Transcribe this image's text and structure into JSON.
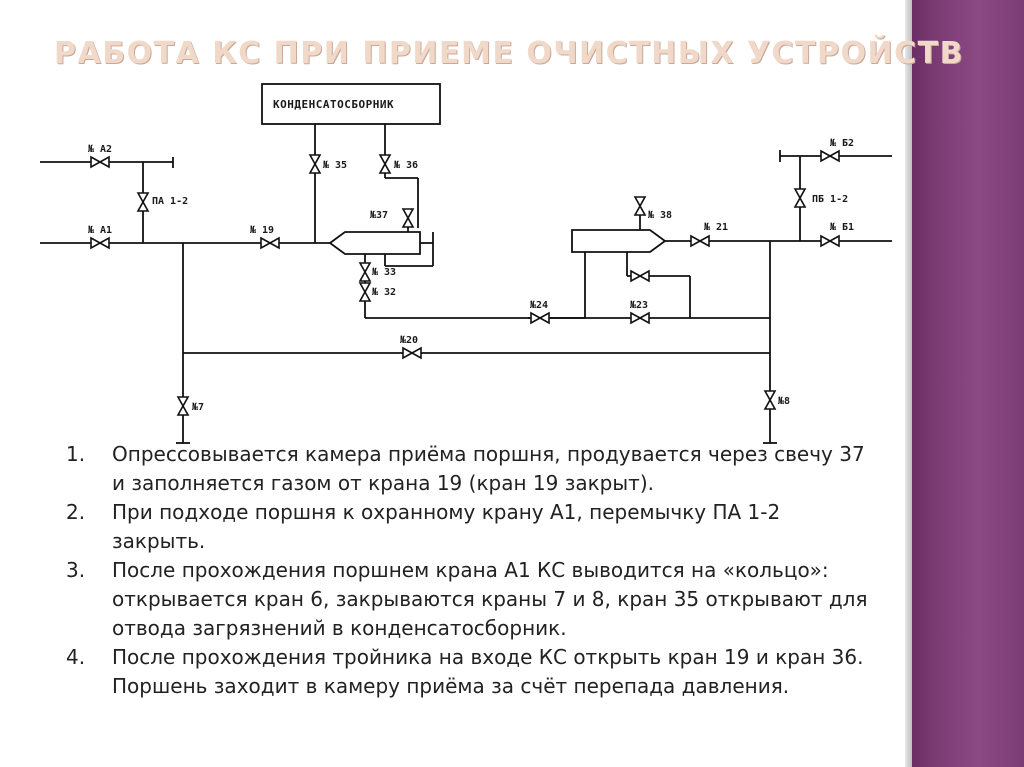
{
  "slide": {
    "title": "РАБОТА КС ПРИ ПРИЕМЕ ОЧИСТНЫХ УСТРОЙСТВ"
  },
  "diagram": {
    "box_label": "КОНДЕНСАТОСБОРНИК",
    "labels": {
      "A2": "№ А2",
      "A1": "№ А1",
      "PA12": "ПА 1-2",
      "v19": "№ 19",
      "v35": "№ 35",
      "v36": "№ 36",
      "v37": "№37",
      "v33": "№ 33",
      "v32": "№ 32",
      "v38": "№ 38",
      "v21": "№ 21",
      "v24": "№24",
      "v23": "№23",
      "v20": "№20",
      "v7": "№7",
      "v8": "№8",
      "B2": "№ Б2",
      "B1": "№ Б1",
      "PB12": "ПБ 1-2"
    }
  },
  "steps": [
    {
      "num": "1.",
      "text": "Опрессовывается камера приёма поршня, продувается через свечу 37 и заполняется газом от крана 19 (кран 19 закрыт)."
    },
    {
      "num": "2.",
      "text": "При подходе поршня к охранному крану А1, перемычку ПА 1-2 закрыть."
    },
    {
      "num": "3.",
      "text": "После прохождения поршнем крана А1 КС выводится на «кольцо»: открывается кран 6, закрываются краны 7 и 8, кран 35 открывают для отвода загрязнений в конденсатосборник."
    },
    {
      "num": "4.",
      "text": "После прохождения тройника на входе КС открыть кран 19 и кран 36. Поршень заходит в камеру приёма за счёт перепада давления."
    }
  ]
}
